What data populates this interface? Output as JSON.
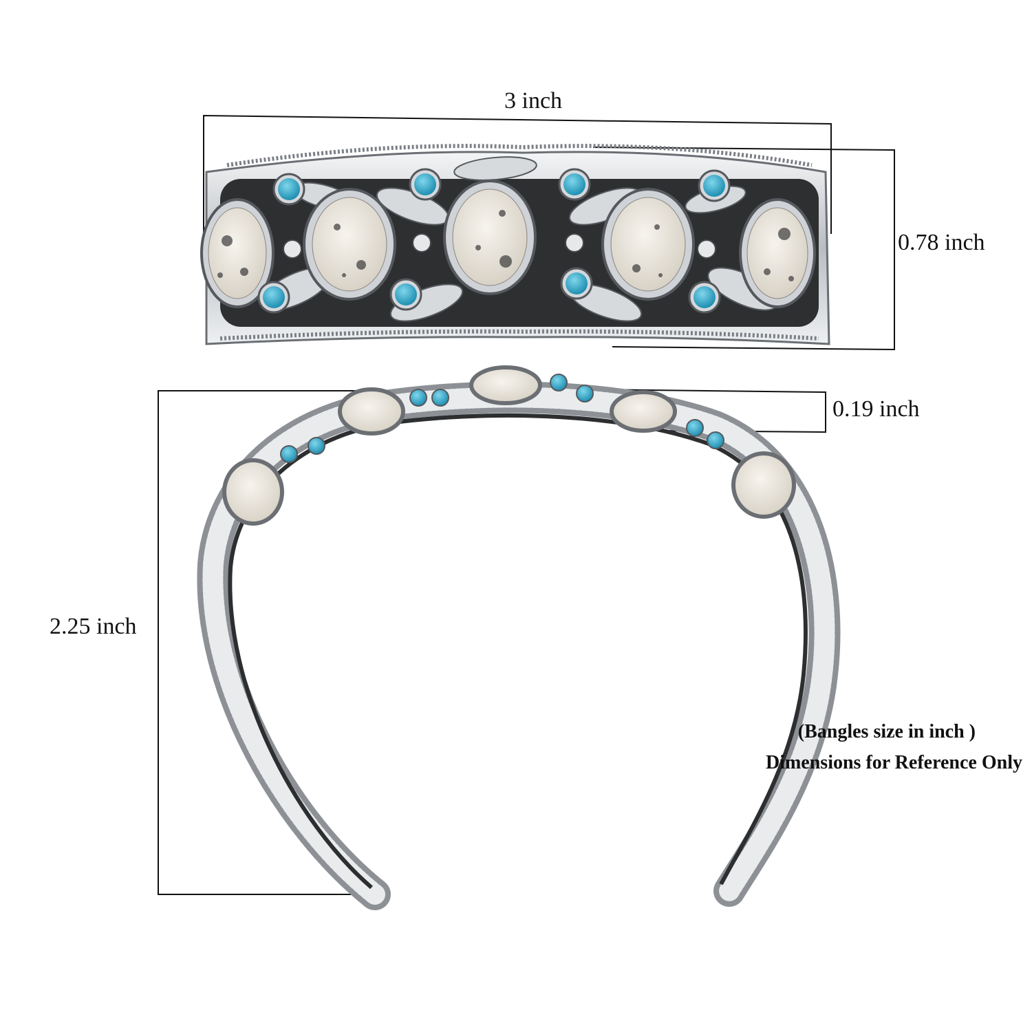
{
  "dimensions": {
    "width_label": "3 inch",
    "height_label": "0.78 inch",
    "thickness_label": "0.19 inch",
    "inner_label": "2.25 inch"
  },
  "notes": {
    "line1": "(Bangles size in inch )",
    "line2": "Dimensions for Reference Only"
  },
  "colors": {
    "silver": "#c9ccd0",
    "oxidized": "#2a2a2a",
    "white_stone": "#ece8e0",
    "turquoise": "#2fa8c9",
    "dimension_line": "#111111"
  }
}
